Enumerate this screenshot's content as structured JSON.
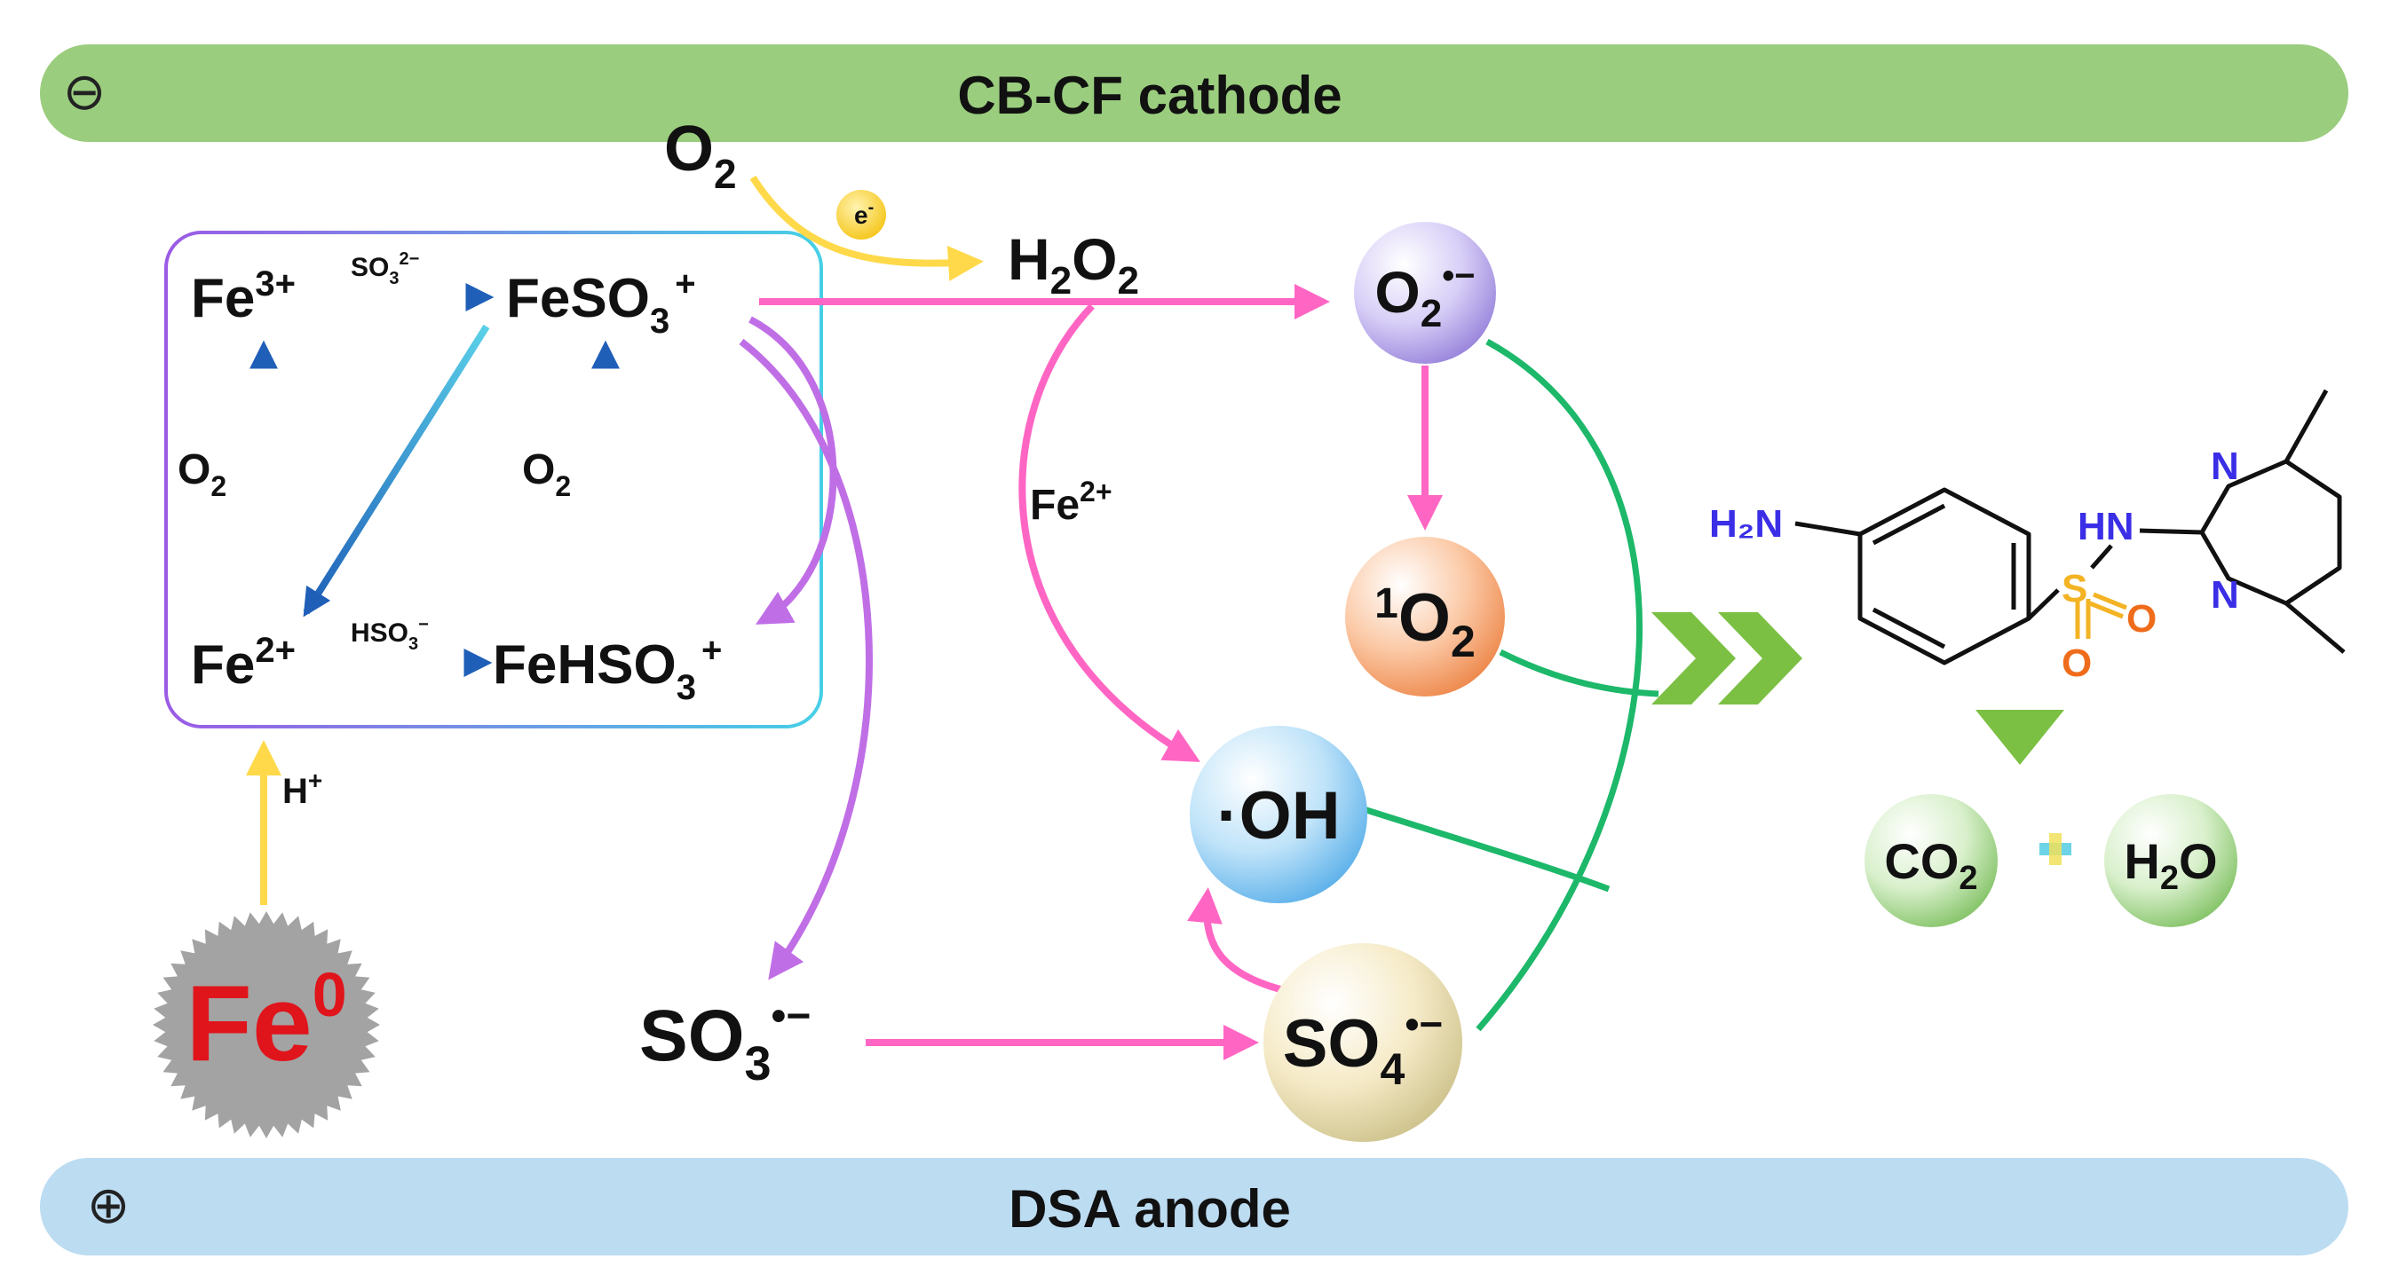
{
  "electrodes": {
    "cathode": {
      "label": "CB-CF cathode",
      "sign": "⊖",
      "color": "#9acd7e"
    },
    "anode": {
      "label": "DSA anode",
      "sign": "⊕",
      "color": "#bcdcf2"
    }
  },
  "inputs": {
    "o2_main": {
      "base": "O",
      "sub": "2"
    },
    "electron": {
      "base": "e",
      "sup": "-"
    },
    "h2o2": {
      "h": "H",
      "sub1": "2",
      "o": "O",
      "sub2": "2"
    },
    "h_plus": {
      "base": "H",
      "sup": "+"
    },
    "fe0": {
      "base": "Fe",
      "sup": "0",
      "color": "#e0141b"
    }
  },
  "cycle": {
    "fe3": {
      "base": "Fe",
      "sup": "3+"
    },
    "feso3": {
      "base": "FeSO",
      "sub": "3",
      "sup": "+"
    },
    "fe2": {
      "base": "Fe",
      "sup": "2+"
    },
    "fehso3": {
      "base": "FeHSO",
      "sub": "3",
      "sup": "+"
    },
    "so3_reagent": {
      "base": "SO",
      "sub": "3",
      "sup": "2−"
    },
    "hso3_reagent": {
      "base": "HSO",
      "sub": "3",
      "sup": "−"
    },
    "o2_left": {
      "base": "O",
      "sub": "2"
    },
    "o2_right": {
      "base": "O",
      "sub": "2"
    }
  },
  "fe2_catalyst": {
    "base": "Fe",
    "sup": "2+"
  },
  "radicals": {
    "superoxide": {
      "base": "O",
      "sub": "2",
      "sup": "•−",
      "color": "#b6a9e6"
    },
    "singlet_oxygen": {
      "pre": "1",
      "base": "O",
      "sub": "2",
      "color": "#f4a36e"
    },
    "hydroxyl": {
      "text": "·OH",
      "color": "#8cc9f0"
    },
    "sulfate": {
      "base": "SO",
      "sub": "4",
      "sup": "•−",
      "color": "#f1e0ad"
    },
    "sulfite": {
      "base": "SO",
      "sub": "3",
      "sup": "•−"
    }
  },
  "molecule": {
    "nh2": "H₂N",
    "nh": "HN",
    "s": "S",
    "o": "O",
    "n": "N"
  },
  "products": {
    "co2": {
      "base": "CO",
      "sub": "2"
    },
    "plus": "+",
    "h2o": {
      "h": "H",
      "sub": "2",
      "o": "O"
    },
    "color": "#aed99a"
  },
  "colors": {
    "pink": "#ff66c4",
    "purple": "#c06ee6",
    "yellow": "#ffd94a",
    "green": "#1db86a",
    "blue": "#2a6fc2",
    "cyan": "#55c8e8",
    "chevron": "#7bc043"
  }
}
